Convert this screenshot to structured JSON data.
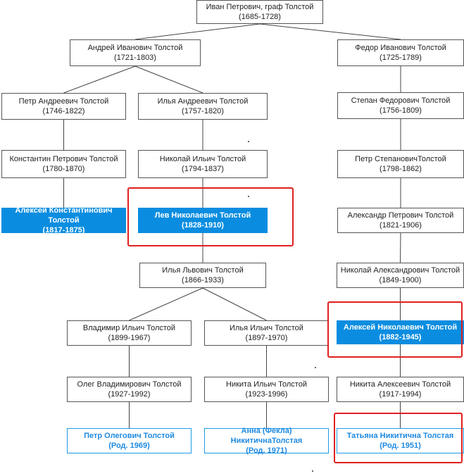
{
  "tree": {
    "nodes": [
      {
        "id": "ivan",
        "name": "Иван Петрович, граф Толстой",
        "years": "(1685-1728)"
      },
      {
        "id": "andrey",
        "name": "Андрей  Иванович Толстой",
        "years": "(1721-1803)"
      },
      {
        "id": "fedor",
        "name": "Федор Иванович Толстой",
        "years": "(1725-1789)"
      },
      {
        "id": "petr_a",
        "name": "Петр Андреевич Толстой",
        "years": "(1746-1822)"
      },
      {
        "id": "ilya_a",
        "name": "Илья Андреевич Толстой",
        "years": "(1757-1820)"
      },
      {
        "id": "stepan",
        "name": "Степан Федорович Толстой",
        "years": "(1756-1809)"
      },
      {
        "id": "konstantin",
        "name": "Константин Петрович Толстой",
        "years": "(1780-1870)"
      },
      {
        "id": "nikolay_i",
        "name": "Николай Ильич Толстой",
        "years": "(1794-1837)"
      },
      {
        "id": "petr_s",
        "name": "Петр СтепановичТолстой",
        "years": "(1798-1862)"
      },
      {
        "id": "aleksey_k",
        "name": "Алексей Константинович Толстой",
        "years": "(1817-1875)",
        "style": "blue"
      },
      {
        "id": "lev",
        "name": "Лев Николаевич Толстой",
        "years": "(1828-1910)",
        "style": "blue"
      },
      {
        "id": "aleksandr",
        "name": "Александр Петрович Толстой",
        "years": "(1821-1906)"
      },
      {
        "id": "ilya_l",
        "name": "Илья Львович Толстой",
        "years": "(1866-1933)"
      },
      {
        "id": "nikolay_a",
        "name": "Николай Александрович Толстой",
        "years": "(1849-1900)"
      },
      {
        "id": "vladimir",
        "name": "Владимир Ильич Толстой",
        "years": "(1899-1967)"
      },
      {
        "id": "ilya_i",
        "name": "Илья Ильич Толстой",
        "years": "(1897-1970)"
      },
      {
        "id": "aleksey_n",
        "name": "Алексей Николаевич Толстой",
        "years": "(1882-1945)",
        "style": "blue"
      },
      {
        "id": "oleg",
        "name": "Олег Владимирович Толстой",
        "years": "(1927-1992)"
      },
      {
        "id": "nikita_i",
        "name": "Никита Ильич Толстой",
        "years": "(1923-1996)"
      },
      {
        "id": "nikita_a",
        "name": "Никита Алексеевич Толстой",
        "years": "(1917-1994)"
      },
      {
        "id": "petr_o",
        "name": "Петр Олегович Толстой",
        "years": "(Род. 1969)",
        "style": "outline"
      },
      {
        "id": "anna",
        "name": "Анна (Фекла) НикитичнаТолстая",
        "years": "(Род. 1971)",
        "style": "outline"
      },
      {
        "id": "tatyana",
        "name": "Татьяна Никитична Толстая",
        "years": "(Род. 1951)",
        "style": "outline"
      }
    ],
    "edges": [
      [
        "ivan",
        "andrey"
      ],
      [
        "ivan",
        "fedor"
      ],
      [
        "andrey",
        "petr_a"
      ],
      [
        "andrey",
        "ilya_a"
      ],
      [
        "petr_a",
        "konstantin"
      ],
      [
        "konstantin",
        "aleksey_k"
      ],
      [
        "ilya_a",
        "nikolay_i"
      ],
      [
        "nikolay_i",
        "lev"
      ],
      [
        "lev",
        "ilya_l"
      ],
      [
        "ilya_l",
        "vladimir"
      ],
      [
        "ilya_l",
        "ilya_i"
      ],
      [
        "vladimir",
        "oleg"
      ],
      [
        "oleg",
        "petr_o"
      ],
      [
        "ilya_i",
        "nikita_i"
      ],
      [
        "nikita_i",
        "anna"
      ],
      [
        "fedor",
        "stepan"
      ],
      [
        "stepan",
        "petr_s"
      ],
      [
        "petr_s",
        "aleksandr"
      ],
      [
        "aleksandr",
        "nikolay_a"
      ],
      [
        "nikolay_a",
        "aleksey_n"
      ],
      [
        "aleksey_n",
        "nikita_a"
      ],
      [
        "nikita_a",
        "tatyana"
      ]
    ],
    "highlighted": [
      "lev",
      "aleksey_n",
      "tatyana"
    ],
    "colors": {
      "highlight": "#e0201f",
      "blue_fill": "#0a8de0",
      "outline_blue": "#1e9ae6",
      "line": "#444444"
    }
  }
}
